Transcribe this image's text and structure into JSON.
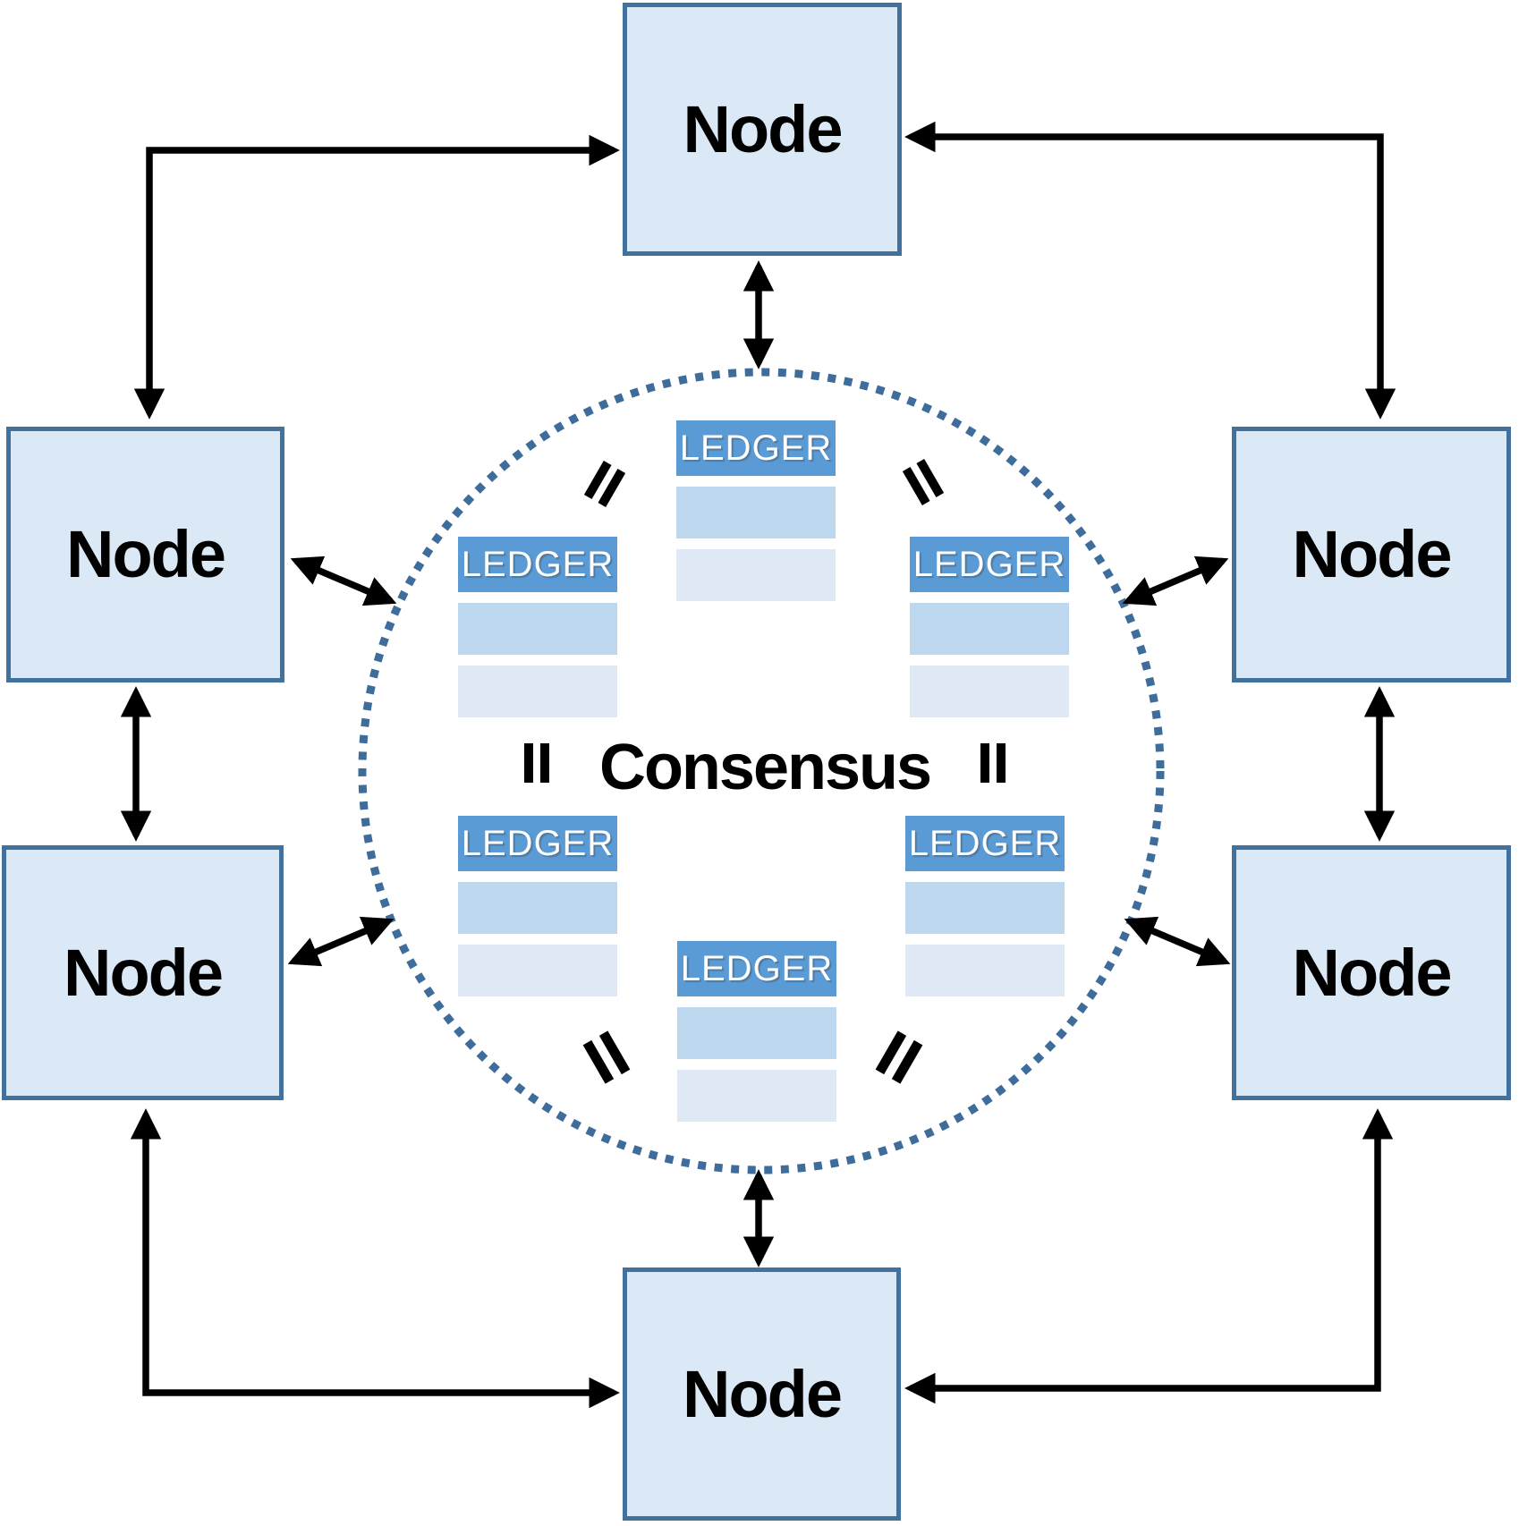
{
  "diagram": {
    "consensus": {
      "label": "Consensus"
    },
    "nodes": [
      {
        "position": "top",
        "label": "Node"
      },
      {
        "position": "upper-left",
        "label": "Node"
      },
      {
        "position": "upper-right",
        "label": "Node"
      },
      {
        "position": "lower-left",
        "label": "Node"
      },
      {
        "position": "lower-right",
        "label": "Node"
      },
      {
        "position": "bottom",
        "label": "Node"
      }
    ],
    "ledgers": [
      {
        "position": "top-center",
        "label": "LEDGER",
        "rows": 2
      },
      {
        "position": "upper-left",
        "label": "LEDGER",
        "rows": 2
      },
      {
        "position": "upper-right",
        "label": "LEDGER",
        "rows": 2
      },
      {
        "position": "lower-left",
        "label": "LEDGER",
        "rows": 2
      },
      {
        "position": "lower-right",
        "label": "LEDGER",
        "rows": 2
      },
      {
        "position": "bottom-center",
        "label": "LEDGER",
        "rows": 2
      }
    ],
    "equals_marks_count": 6
  },
  "icons": {
    "equals_mark": "double-bar-equals-icon",
    "arrow": "black-arrow",
    "circle": "dotted-consensus-ring"
  },
  "colors": {
    "node_fill": "#dbe8f6",
    "node_border": "#41719c",
    "ledger_header": "#5b9bd5",
    "ledger_row_medium": "#bdd7ee",
    "ledger_row_light": "#dee9f5",
    "ledger_text": "#ffffff",
    "circle_dot": "#3e6d9c",
    "arrow": "#000000",
    "text": "#000000"
  }
}
